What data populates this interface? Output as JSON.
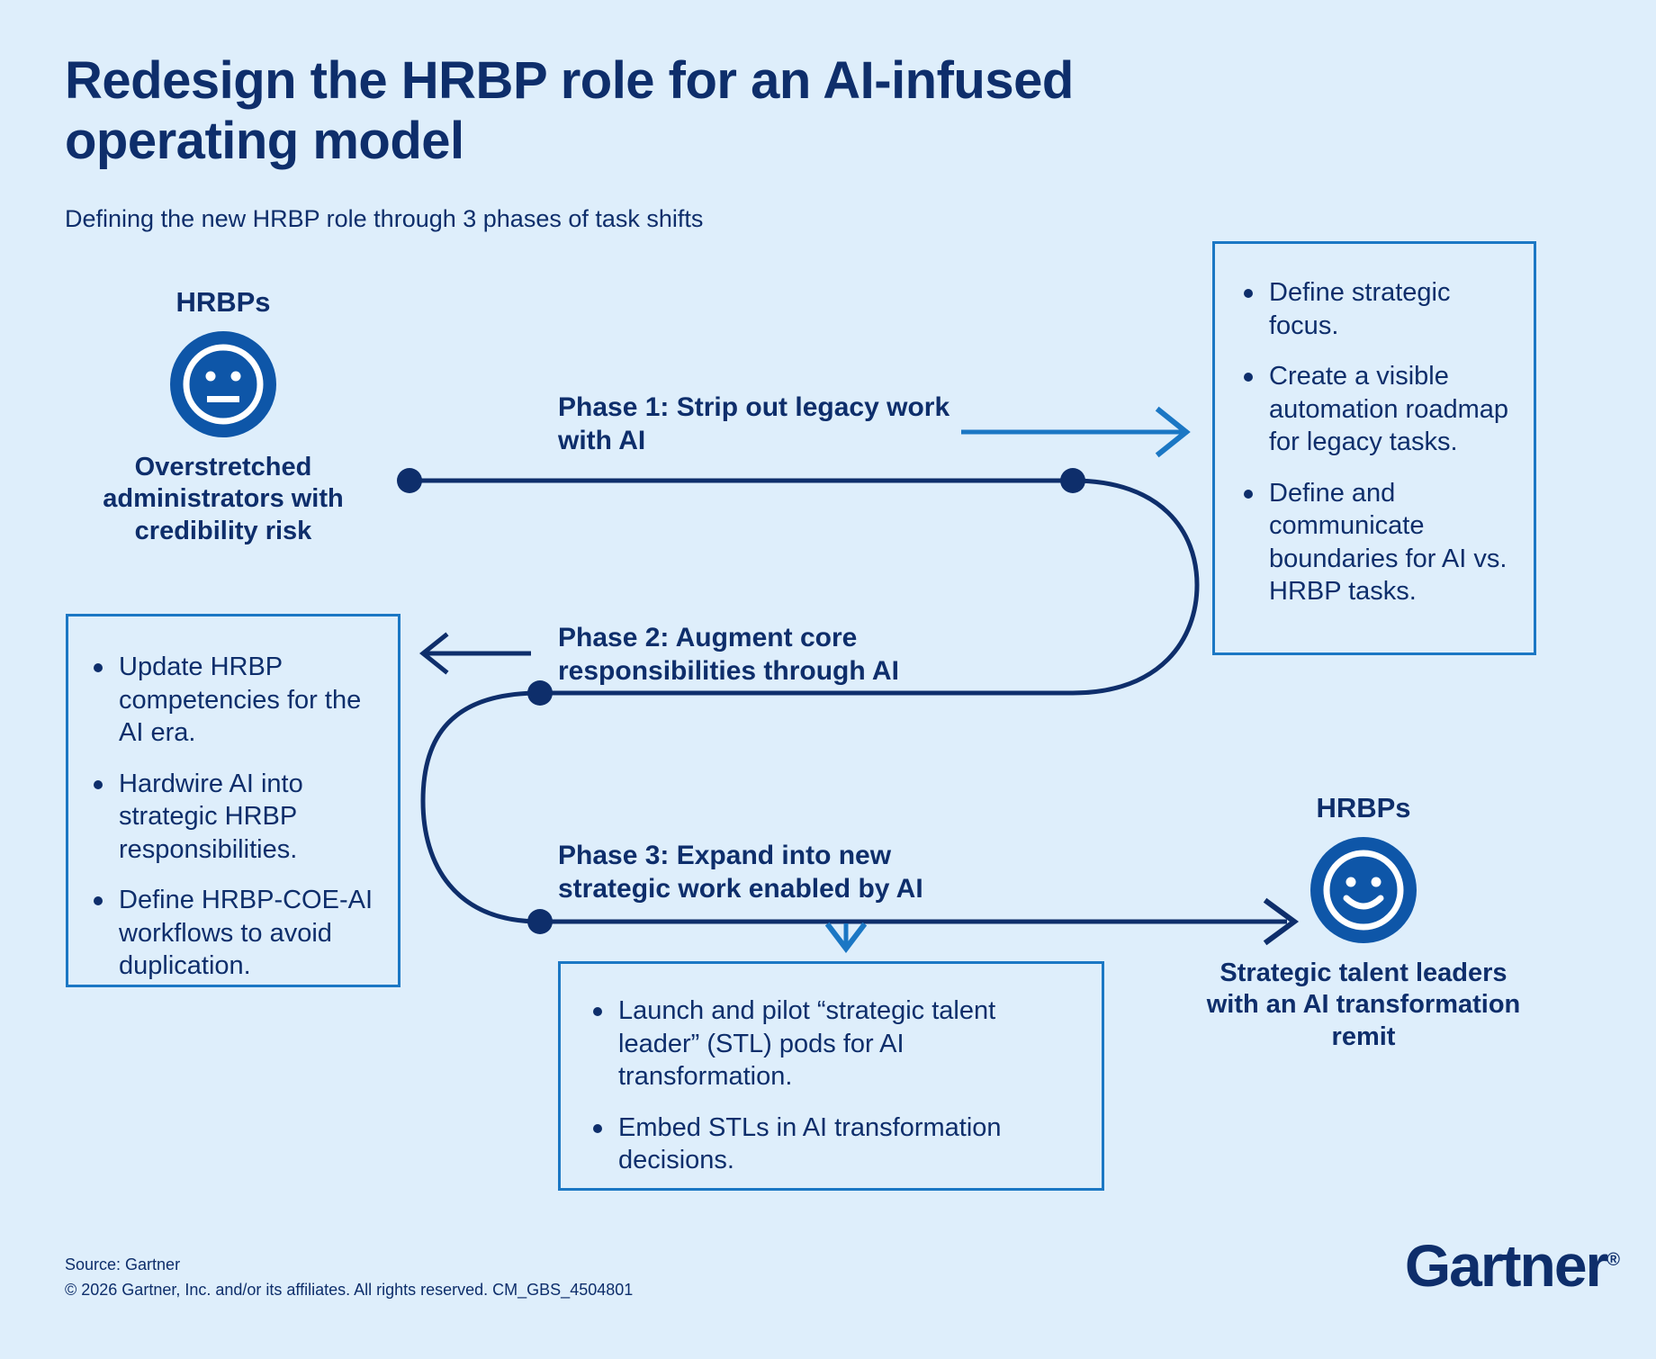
{
  "page": {
    "title": "Redesign the HRBP role for an AI-infused operating model",
    "subtitle": "Defining the new HRBP role through 3 phases of task shifts",
    "background_color": "#DEEEFB",
    "text_color": "#0E2E6B",
    "accent_color": "#1B77C4",
    "icon_color": "#0E56A8"
  },
  "personas": {
    "start": {
      "label": "HRBPs",
      "icon": "neutral-face-icon",
      "caption": "Overstretched administrators with credibility risk"
    },
    "end": {
      "label": "HRBPs",
      "icon": "smiley-face-icon",
      "caption": "Strategic talent leaders with an AI transformation remit"
    }
  },
  "phases": [
    {
      "label": "Phase 1: Strip out legacy work with AI",
      "bullets": [
        "Define strategic focus.",
        "Create a visible automation roadmap for legacy tasks.",
        "Define and communicate boundaries for AI vs. HRBP tasks."
      ]
    },
    {
      "label": "Phase 2: Augment core responsibilities through AI",
      "bullets": [
        "Update HRBP competencies for the AI era.",
        "Hardwire AI into strategic HRBP responsibilities.",
        "Define HRBP-COE-AI workflows to avoid duplication."
      ]
    },
    {
      "label": "Phase 3: Expand into new strategic work enabled by AI",
      "bullets": [
        "Launch and pilot “strategic talent leader” (STL) pods for AI transformation.",
        "Embed STLs in AI transformation decisions."
      ]
    }
  ],
  "footer": {
    "source": "Source: Gartner",
    "copyright": "© 2026 Gartner, Inc. and/or its affiliates. All rights reserved. CM_GBS_4504801",
    "logo": "Gartner",
    "logo_mark": "®"
  }
}
